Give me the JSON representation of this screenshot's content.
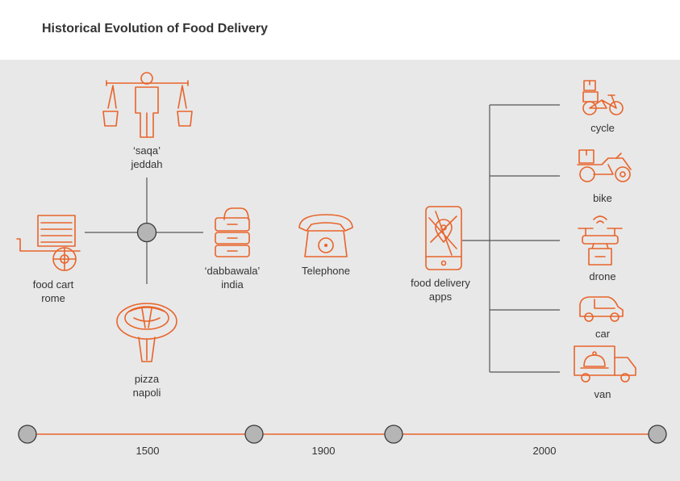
{
  "title": "Historical Evolution of Food Delivery",
  "items": {
    "saqa": {
      "line1": "‘saqa’",
      "line2": "jeddah",
      "icon": "water-carrier-icon"
    },
    "food_cart": {
      "line1": "food cart",
      "line2": "rome",
      "icon": "food-cart-icon"
    },
    "dabbawala": {
      "line1": "‘dabbawala’",
      "line2": "india",
      "icon": "tiffin-box-icon"
    },
    "pizza": {
      "line1": "pizza",
      "line2": "napoli",
      "icon": "pizza-oven-icon"
    },
    "telephone": {
      "line1": "Telephone",
      "icon": "telephone-icon"
    },
    "apps": {
      "line1": "food delivery",
      "line2": "apps",
      "icon": "smartphone-map-icon"
    }
  },
  "vehicles": [
    {
      "label": "cycle",
      "icon": "bicycle-icon"
    },
    {
      "label": "bike",
      "icon": "motorbike-icon"
    },
    {
      "label": "drone",
      "icon": "drone-icon"
    },
    {
      "label": "car",
      "icon": "car-icon"
    },
    {
      "label": "van",
      "icon": "van-icon"
    }
  ],
  "timeline": {
    "labels": [
      "1500",
      "1900",
      "2000"
    ]
  },
  "colors": {
    "accent": "#e8642b",
    "panel": "#e8e8e8",
    "node": "#b5b5b5"
  }
}
